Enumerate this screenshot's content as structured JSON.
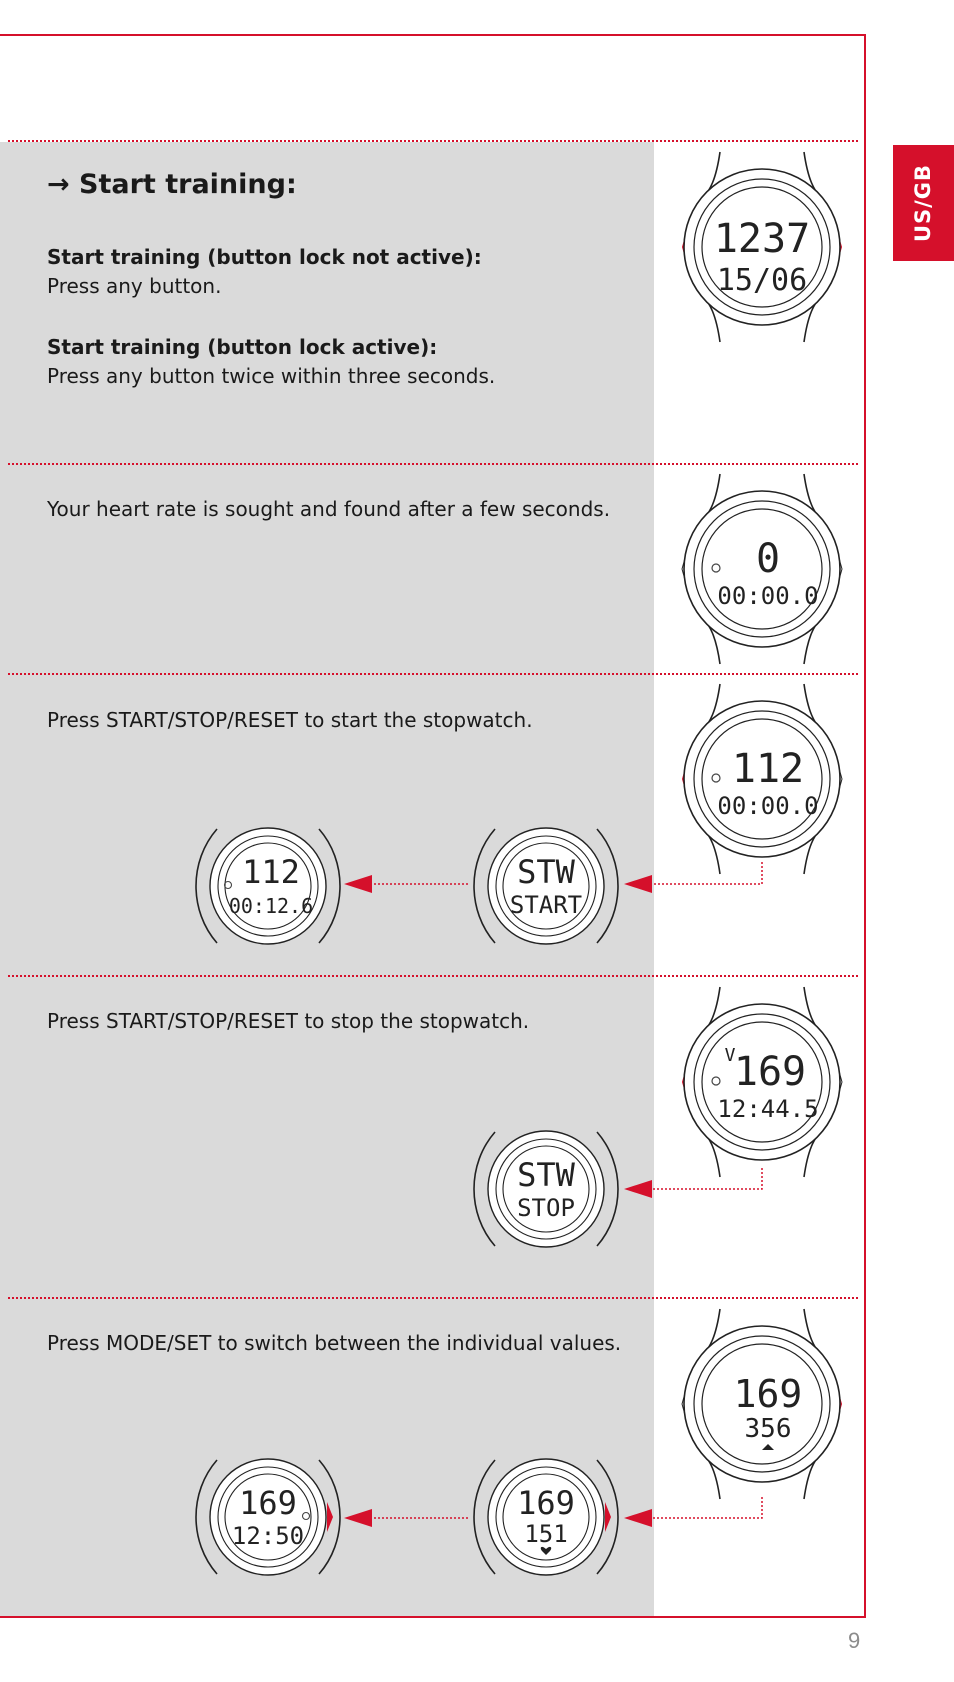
{
  "lang_tab": "US/GB",
  "page_number": "9",
  "accent_color": "#d5102b",
  "sections": {
    "start": {
      "arrow": "→",
      "heading": "Start training:",
      "sub1_title": "Start training (button lock not active):",
      "sub1_body": "Press any button.",
      "sub2_title": "Start training (button lock active):",
      "sub2_body": "Press any button twice within three seconds."
    },
    "heart": {
      "body": "Your heart rate is sought and found after a few seconds."
    },
    "start_stw": {
      "body": "Press START/STOP/RESET to start the stopwatch."
    },
    "stop_stw": {
      "body": "Press START/STOP/RESET to stop the stopwatch."
    },
    "mode": {
      "body": "Press MODE/SET to switch between the individual values."
    }
  },
  "watches": {
    "w1": {
      "line1": "1237",
      "line2": "15/06"
    },
    "w2": {
      "line1": "0",
      "line2": "00:00.0"
    },
    "w3": {
      "line1": "112",
      "line2": "00:00.0"
    },
    "w3a": {
      "line1": "STW",
      "line2": "START"
    },
    "w3b": {
      "line1": "112",
      "line2": "00:12.6"
    },
    "w4": {
      "prefix": "V",
      "line1": "169",
      "line2": "12:44.5"
    },
    "w4a": {
      "line1": "STW",
      "line2": "STOP"
    },
    "w5": {
      "line1": "169",
      "line2": "356"
    },
    "w5a": {
      "line1": "169",
      "line2": "151"
    },
    "w5b": {
      "line1": "169",
      "line2": "12:50"
    }
  }
}
